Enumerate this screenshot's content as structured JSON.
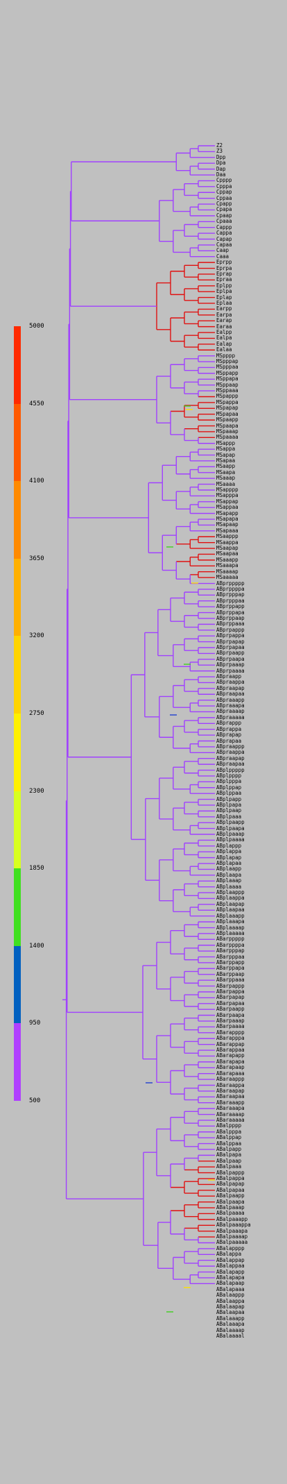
{
  "legend": {
    "ticks": [
      "5000",
      "4550",
      "4100",
      "3650",
      "3200",
      "2750",
      "2300",
      "1850",
      "1400",
      "950",
      "500"
    ],
    "colors": [
      "#ff2a00",
      "#ff5a00",
      "#ff8a00",
      "#ffb000",
      "#ffd400",
      "#fff000",
      "#d8ff20",
      "#40e020",
      "#0060c0",
      "#b040ff"
    ]
  },
  "tree": {
    "leaves": [
      "Z2",
      "Z3",
      "Dpp",
      "Dpa",
      "Dap",
      "Daa",
      "Cpppp",
      "Cpppa",
      "Cppap",
      "Cppaa",
      "Cpapp",
      "Cpapa",
      "Cpaap",
      "Cpaaa",
      "Cappp",
      "Cappa",
      "Capap",
      "Capaa",
      "Caap",
      "Caaa",
      "Eprpp",
      "Eprpa",
      "Eprap",
      "Epraa",
      "Eplpp",
      "Eplpa",
      "Eplap",
      "Eplaa",
      "Earpp",
      "Earpa",
      "Earap",
      "Earaa",
      "Ealpp",
      "Ealpa",
      "Ealap",
      "Ealaa",
      "MSpppp",
      "MSpppap",
      "MSpppaa",
      "MSppapp",
      "MSppapa",
      "MSppaap",
      "MSppaaa",
      "MSpappp",
      "MSpappa",
      "MSpapap",
      "MSpapaa",
      "MSpaapp",
      "MSpaapa",
      "MSpaaap",
      "MSpaaaa",
      "MSappp",
      "MSappa",
      "MSapap",
      "MSapaa",
      "MSaapp",
      "MSaapa",
      "MSaaap",
      "MSaaaa",
      "MSapppp",
      "MSapppa",
      "MSappap",
      "MSappaa",
      "MSapapp",
      "MSapapa",
      "MSapaap",
      "MSapaaa",
      "MSaappp",
      "MSaappa",
      "MSaapap",
      "MSaapaa",
      "MSaaapp",
      "MSaaapa",
      "MSaaaap",
      "MSaaaaa",
      "ABprppppp",
      "ABprppppa",
      "ABprpppap",
      "ABprpppaa",
      "ABprppapp",
      "ABprppapa",
      "ABprppaap",
      "ABprppaaa",
      "ABprpappp",
      "ABprpappa",
      "ABprpapap",
      "ABprpapaa",
      "ABprpaapp",
      "ABprpaapa",
      "ABprpaaap",
      "ABprpaaaa",
      "ABpraapp",
      "ABpraappa",
      "ABpraapap",
      "ABpraapaa",
      "ABpraaapp",
      "ABpraaapa",
      "ABpraaaap",
      "ABpraaaaa",
      "ABprappp",
      "ABprappa",
      "ABprapap",
      "ABprapaa",
      "ABpraappp",
      "ABpraappa",
      "ABpraapap",
      "ABpraapaa",
      "ABplppppp",
      "ABplpppp",
      "ABplpppa",
      "ABplppap",
      "ABplppaa",
      "ABplpapp",
      "ABplpapa",
      "ABplpaap",
      "ABplpaaa",
      "ABplpaapp",
      "ABplpaapa",
      "ABplpaaap",
      "ABplpaaaa",
      "ABplappp",
      "ABplappa",
      "ABplapap",
      "ABplapaa",
      "ABplaapp",
      "ABplaapa",
      "ABplaaap",
      "ABplaaaa",
      "ABplaappp",
      "ABplaappa",
      "ABplaapap",
      "ABplaapaa",
      "ABplaaapp",
      "ABplaaapa",
      "ABplaaaap",
      "ABplaaaaa",
      "ABarppppp",
      "ABarppppa",
      "ABarpppap",
      "ABarpppaa",
      "ABarppapp",
      "ABarppapa",
      "ABarppaap",
      "ABarppaaa",
      "ABarpappp",
      "ABarpappa",
      "ABarpapap",
      "ABarpapaa",
      "ABarpaapp",
      "ABarpaapa",
      "ABarpaaap",
      "ABarpaaaa",
      "ABarapppp",
      "ABarapppa",
      "ABarappap",
      "ABarappaa",
      "ABarapapp",
      "ABarapapa",
      "ABarapaap",
      "ABarapaaa",
      "ABaraappp",
      "ABaraappa",
      "ABaraapap",
      "ABaraapaa",
      "ABaraaapp",
      "ABaraaapa",
      "ABaraaaap",
      "ABaraaaaa",
      "ABalpppp",
      "ABalpppa",
      "ABalppap",
      "ABalppaa",
      "ABalpapp",
      "ABalpapa",
      "ABalpaap",
      "ABalpaaa",
      "ABalpappp",
      "ABalpappa",
      "ABalpapap",
      "ABalpapaa",
      "ABalpaapp",
      "ABalpaapa",
      "ABalpaaap",
      "ABalpaaaa",
      "ABalpaaapp",
      "ABalpaaappa",
      "ABalpaaapa",
      "ABalpaaaap",
      "ABalpaaaaa",
      "ABalapppp",
      "ABalappa",
      "ABalappap",
      "ABalappaa",
      "ABalapapp",
      "ABalapapa",
      "ABalapaap",
      "ABalapaaa",
      "ABalaappp",
      "ABalaappa",
      "ABalaapap",
      "ABalaapaa",
      "ABalaaapp",
      "ABalaaapa",
      "ABalaaaap",
      "ABalaaaal"
    ]
  }
}
